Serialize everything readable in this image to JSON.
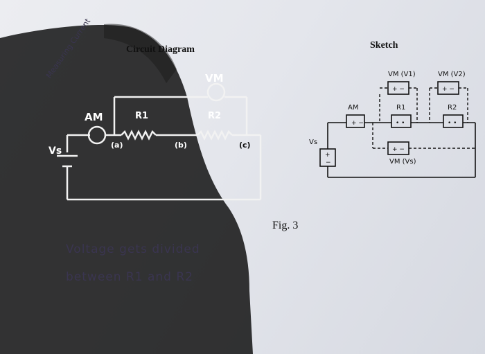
{
  "diagram": {
    "title": "Circuit Diagram",
    "labels": {
      "ammeter": "AM",
      "voltmeter": "VM",
      "r1": "R1",
      "r2": "R2",
      "node_a": "(a)",
      "node_b": "(b)",
      "node_c": "(c)",
      "source": "Vs"
    },
    "side_note": "Measuring Current"
  },
  "sketch": {
    "title": "Sketch",
    "labels": {
      "vm1": "VM (V1)",
      "vm2": "VM (V2)",
      "am": "AM",
      "r1": "R1",
      "r2": "R2",
      "vs": "Vs",
      "vm_s": "VM (Vs)"
    }
  },
  "caption": "Fig. 3",
  "handwritten_note": {
    "line1": "Voltage gets divided",
    "line2": "between R1 and R2"
  },
  "colors": {
    "ink": "#111111",
    "pencil": "#3a3550",
    "paper": "#e8e9ee"
  }
}
